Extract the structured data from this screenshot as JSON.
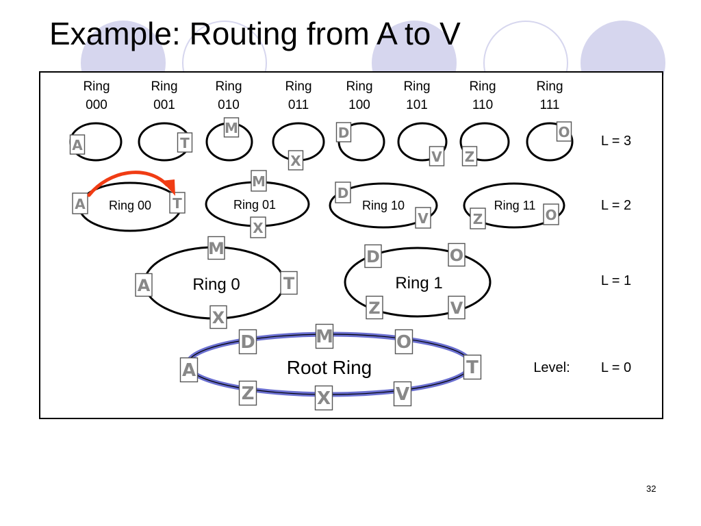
{
  "title": "Example: Routing from A to V",
  "page_number": "32",
  "level_label": "Level:",
  "levels": [
    "L = 3",
    "L = 2",
    "L = 1",
    "L = 0"
  ],
  "l3_rings": [
    {
      "name": "Ring",
      "code": "000",
      "nodes": [
        "A"
      ]
    },
    {
      "name": "Ring",
      "code": "001",
      "nodes": [
        "T"
      ]
    },
    {
      "name": "Ring",
      "code": "010",
      "nodes": [
        "M"
      ]
    },
    {
      "name": "Ring",
      "code": "011",
      "nodes": [
        "X"
      ]
    },
    {
      "name": "Ring",
      "code": "100",
      "nodes": [
        "D"
      ]
    },
    {
      "name": "Ring",
      "code": "101",
      "nodes": [
        "V"
      ]
    },
    {
      "name": "Ring",
      "code": "110",
      "nodes": [
        "Z"
      ]
    },
    {
      "name": "Ring",
      "code": "111",
      "nodes": [
        "O"
      ]
    }
  ],
  "l2_rings": [
    {
      "label": "Ring 00",
      "nodes": [
        "A",
        "T"
      ]
    },
    {
      "label": "Ring 01",
      "nodes": [
        "M",
        "X"
      ]
    },
    {
      "label": "Ring 10",
      "nodes": [
        "D",
        "V"
      ]
    },
    {
      "label": "Ring 11",
      "nodes": [
        "Z",
        "O"
      ]
    }
  ],
  "l1_rings": [
    {
      "label": "Ring 0",
      "nodes": [
        "M",
        "A",
        "T",
        "X"
      ]
    },
    {
      "label": "Ring 1",
      "nodes": [
        "D",
        "O",
        "Z",
        "V"
      ]
    }
  ],
  "root_ring": {
    "label": "Root Ring",
    "nodes": [
      "A",
      "D",
      "M",
      "O",
      "T",
      "Z",
      "X",
      "V"
    ]
  },
  "colors": {
    "root_ring": "#6a6fd0",
    "route_arrow": "#f03c14",
    "node_text": "#888888",
    "deco_circle": "#d6d6ee"
  }
}
